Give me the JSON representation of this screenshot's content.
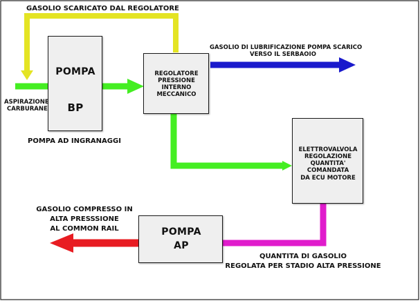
{
  "colors": {
    "yellow": "#e4e424",
    "green": "#44ee22",
    "blue": "#1a1acc",
    "magenta": "#e01ccc",
    "red": "#e81c22",
    "box_fill": "#efefef",
    "box_border": "#1a1a1a"
  },
  "labels": {
    "scaricato_regolatore": "GASOLIO SCARICATO DAL REGOLATORE",
    "lubrificazione_line1": "GASOLIO DI LUBRIFICAZIONE POMPA SCARICO",
    "lubrificazione_line2": "VERSO IL SERBAOIO",
    "aspirazione_line1": "ASPIRAZIONE",
    "aspirazione_line2": "CARBURANE",
    "pompa_ingranaggi": "POMPA AD INGRANAGGI",
    "compresso_line1": "GASOLIO COMPRESSO IN",
    "compresso_line2": "ALTA PRESSSIONE",
    "compresso_line3": "AL COMMON RAIL",
    "quantita_line1": "QUANTITA DI GASOLIO",
    "quantita_line2": "REGOLATA PER STADIO ALTA PRESSIONE"
  },
  "boxes": {
    "pompa_bp": {
      "line1": "POMPA",
      "line2": "BP"
    },
    "regolatore": {
      "lines": [
        "REGOLATORE",
        "PRESSIONE",
        "INTERNO",
        "MECCANICO"
      ]
    },
    "elettrovalvola": {
      "lines": [
        "ELETTROVALVOLA",
        "REGOLAZIONE",
        "QUANTITA'",
        "COMANDATA",
        "DA ECU MOTORE"
      ]
    },
    "pompa_ap": {
      "line1": "POMPA",
      "line2": "AP"
    }
  }
}
